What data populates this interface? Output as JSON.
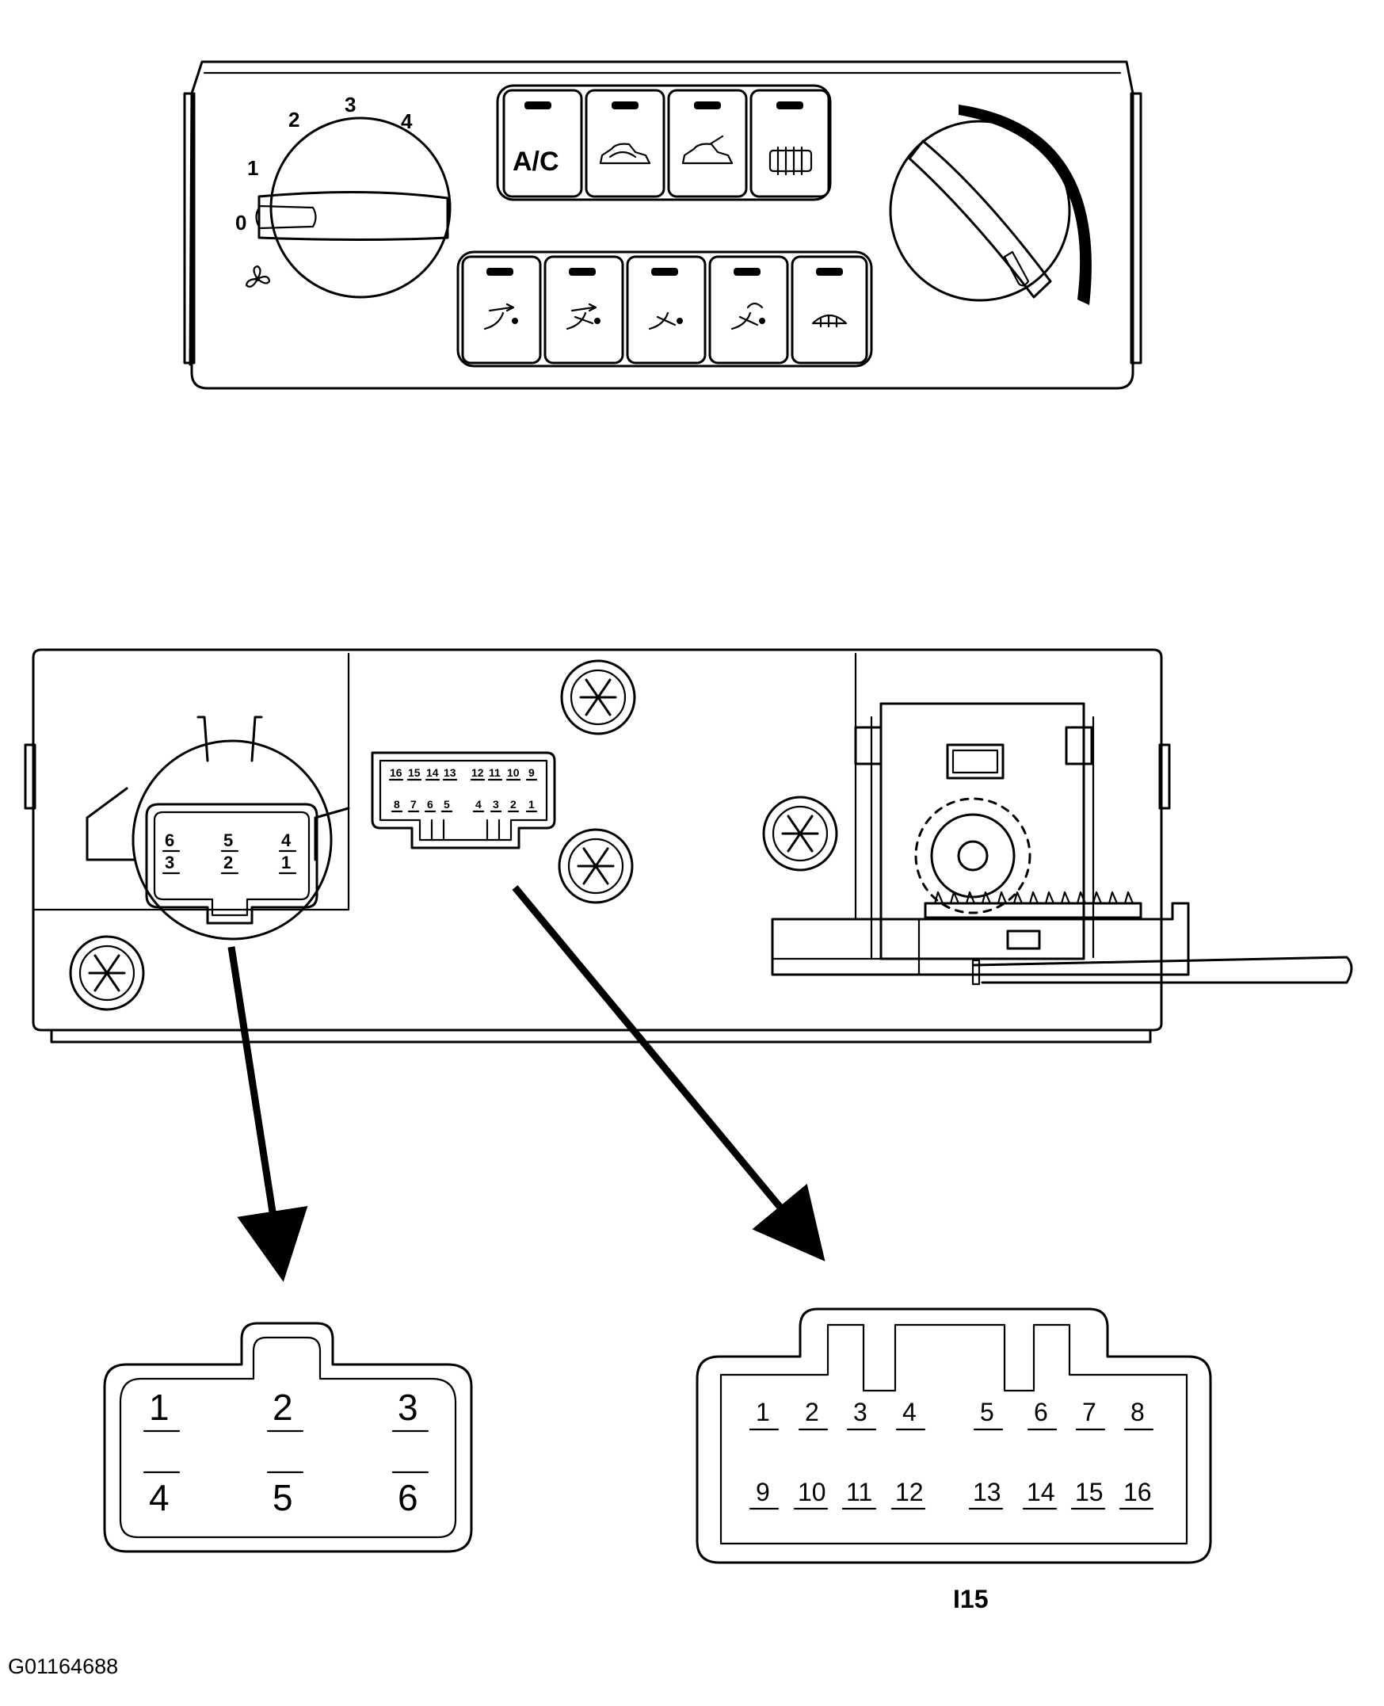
{
  "figure_code": "G01164688",
  "connector_id": "I15",
  "front_panel": {
    "fan_speed_labels": [
      "0",
      "1",
      "2",
      "3",
      "4"
    ],
    "ac_button_label": "A/C"
  },
  "rear_panel": {
    "small_connector_face": {
      "top_row": [
        "6",
        "5",
        "4"
      ],
      "bottom_row": [
        "3",
        "2",
        "1"
      ]
    },
    "large_connector_face": {
      "top_row": [
        "16",
        "15",
        "14",
        "13",
        "12",
        "11",
        "10",
        "9"
      ],
      "bottom_row": [
        "8",
        "7",
        "6",
        "5",
        "4",
        "3",
        "2",
        "1"
      ]
    }
  },
  "connector_6pin": {
    "top_row": [
      "1",
      "2",
      "3"
    ],
    "bottom_row": [
      "4",
      "5",
      "6"
    ]
  },
  "connector_16pin": {
    "top_row": [
      "1",
      "2",
      "3",
      "4",
      "5",
      "6",
      "7",
      "8"
    ],
    "bottom_row": [
      "9",
      "10",
      "11",
      "12",
      "13",
      "14",
      "15",
      "16"
    ]
  },
  "colors": {
    "ink": "#000000",
    "paper": "#ffffff"
  }
}
